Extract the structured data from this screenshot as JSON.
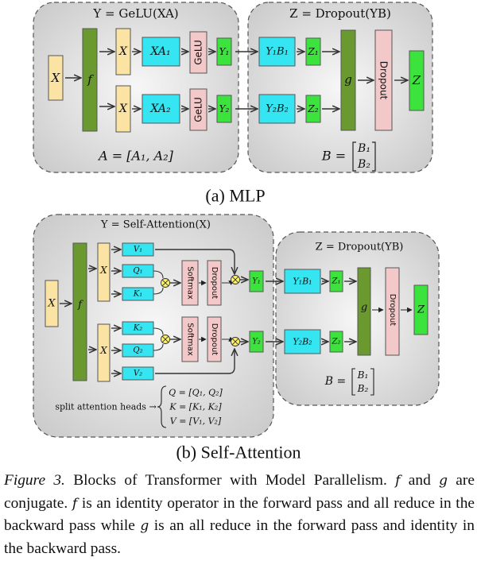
{
  "colors": {
    "panel_fill": "#e4e4e4",
    "yellow_box": "#fbe3a3",
    "dark_green": "#6a9a2f",
    "cyan": "#35e6f2",
    "light_green": "#3de33d",
    "pink": "#f2c8c8",
    "mult_circle": "#fff266"
  },
  "mlp": {
    "left_title": "Y = GeLU(XA)",
    "right_title": "Z = Dropout(YB)",
    "x_in": "X",
    "f": "f",
    "x1": "X",
    "x2": "X",
    "xa1": "XA₁",
    "xa2": "XA₂",
    "gelu1": "GeLU",
    "gelu2": "GeLU",
    "y1": "Y₁",
    "y2": "Y₂",
    "yb1": "Y₁B₁",
    "yb2": "Y₂B₂",
    "z1": "Z₁",
    "z2": "Z₂",
    "g": "g",
    "dropout": "Dropout",
    "z": "Z",
    "a_eq": "A = [A₁, A₂]",
    "b_eq_lhs": "B =",
    "b_top": "B₁",
    "b_bottom": "B₂",
    "caption": "(a) MLP"
  },
  "attention": {
    "left_title": "Y = Self-Attention(X)",
    "right_title": "Z = Dropout(YB)",
    "x_in": "X",
    "f": "f",
    "x1": "X",
    "x2": "X",
    "v1": "V₁",
    "q1": "Q₁",
    "k1": "K₁",
    "k2": "K₂",
    "q2": "Q₂",
    "v2": "V₂",
    "softmax1": "Softmax",
    "softmax2": "Softmax",
    "dropout1": "Dropout",
    "dropout2": "Dropout",
    "y1": "Y₁",
    "y2": "Y₂",
    "yb1": "Y₁B₁",
    "yb2": "Y₂B₂",
    "z1": "Z₁",
    "z2": "Z₂",
    "g": "g",
    "dropout": "Dropout",
    "z": "Z",
    "split_label": "split attention heads →",
    "q_eq": "Q = [Q₁, Q₂]",
    "k_eq": "K = [K₁, K₂]",
    "v_eq": "V = [V₁, V₂]",
    "b_eq_lhs": "B =",
    "b_top": "B₁",
    "b_bottom": "B₂",
    "caption": "(b) Self-Attention"
  },
  "caption": {
    "label": "Figure 3.",
    "text": "Blocks of Transformer with Model Parallelism.",
    "f": "f",
    "and": "and",
    "g": "g",
    "part2": "are conjugate.",
    "part3": "is an identity operator in the forward pass and all reduce in the backward pass while",
    "part4": "is an all reduce in the forward pass and identity in the backward pass."
  }
}
